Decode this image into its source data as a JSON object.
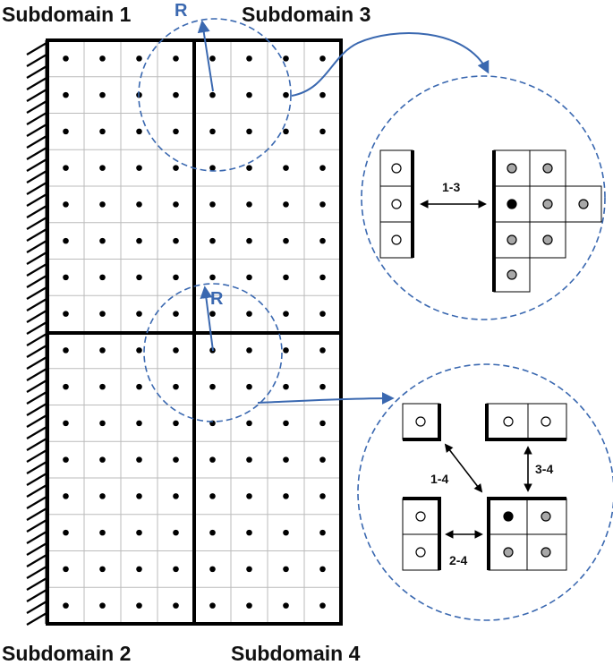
{
  "titles": {
    "subdomain_1": "Subdomain 1",
    "subdomain_2": "Subdomain 2",
    "subdomain_3": "Subdomain 3",
    "subdomain_4": "Subdomain 4"
  },
  "radius_label": "R",
  "pair_labels": {
    "pair_1_3": "1-3",
    "pair_1_4": "1-4",
    "pair_3_4": "3-4",
    "pair_2_4": "2-4"
  },
  "colors": {
    "accent": "#3a68b0",
    "grid_line": "#bbbbbb",
    "border": "#000000",
    "point": "#000000",
    "ghost_fill": "#a8a8a8",
    "empty_fill": "#ffffff"
  },
  "grid": {
    "columns": 8,
    "rows": 16,
    "split_column": 4,
    "split_row": 8
  }
}
